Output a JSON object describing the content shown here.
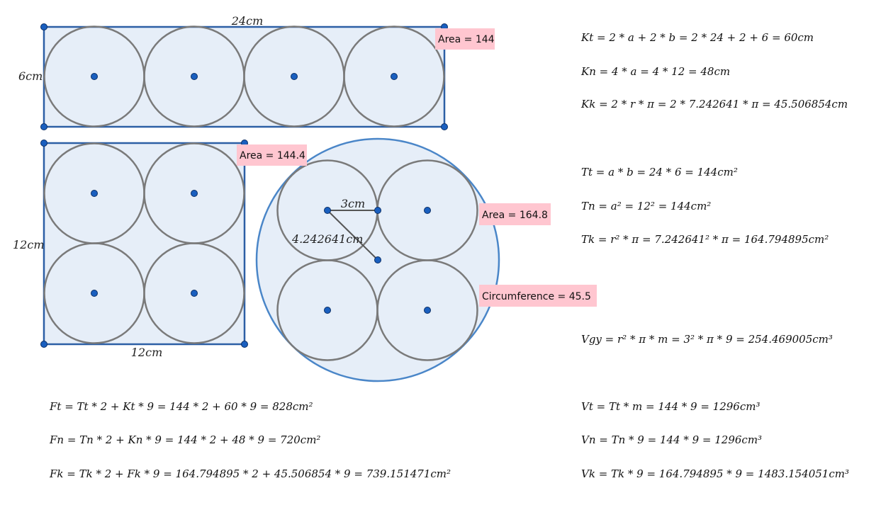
{
  "labels": {
    "rect_top": "24cm",
    "rect_side": "6cm",
    "square_side": "12cm",
    "square_bottom": "12cm",
    "radius_small": "3cm",
    "radius_big": "4.242641cm"
  },
  "tags": {
    "area_rect": "Area = 144",
    "area_square": "Area = 144.4",
    "area_circle": "Area = 164.8",
    "circumference": "Circumference = 45.5"
  },
  "formulas": {
    "kt": "Kt = 2 * a + 2 * b = 2 * 24 + 2 + 6 = 60cm",
    "kn": "Kn = 4 * a = 4 * 12 = 48cm",
    "kk": "Kk = 2 * r * π = 2 * 7.242641 * π = 45.506854cm",
    "tt": "Tt = a * b = 24 * 6 = 144cm²",
    "tn": "Tn = a² = 12² = 144cm²",
    "tk": "Tk = r² * π = 7.242641² * π = 164.794895cm²",
    "vgy": "Vgy = r² * π * m = 3² * π * 9 = 254.469005cm³",
    "ft": "Ft = Tt * 2 + Kt * 9 = 144 * 2 + 60 * 9 = 828cm²",
    "fn": "Fn = Tn * 2 + Kn * 9 = 144 * 2 + 48 * 9 = 720cm²",
    "fk": "Fk = Tk * 2 + Fk * 9 = 164.794895 * 2 + 45.506854 * 9 = 739.151471cm²",
    "vt": "Vt = Tt * m = 144 * 9 = 1296cm³",
    "vn": "Vn = Tn * 9 = 144 * 9 = 1296cm³",
    "vk": "Vk = Tk * 9 = 164.794895 * 9 = 1483.154051cm³"
  },
  "colors": {
    "rect_stroke": "#2c5fa5",
    "fill": "#e6eef8",
    "circle_stroke": "#7a7a7a",
    "big_circle_stroke": "#4a86c8",
    "point": "#1a5fbf",
    "tag_bg": "#ffc6d0"
  }
}
